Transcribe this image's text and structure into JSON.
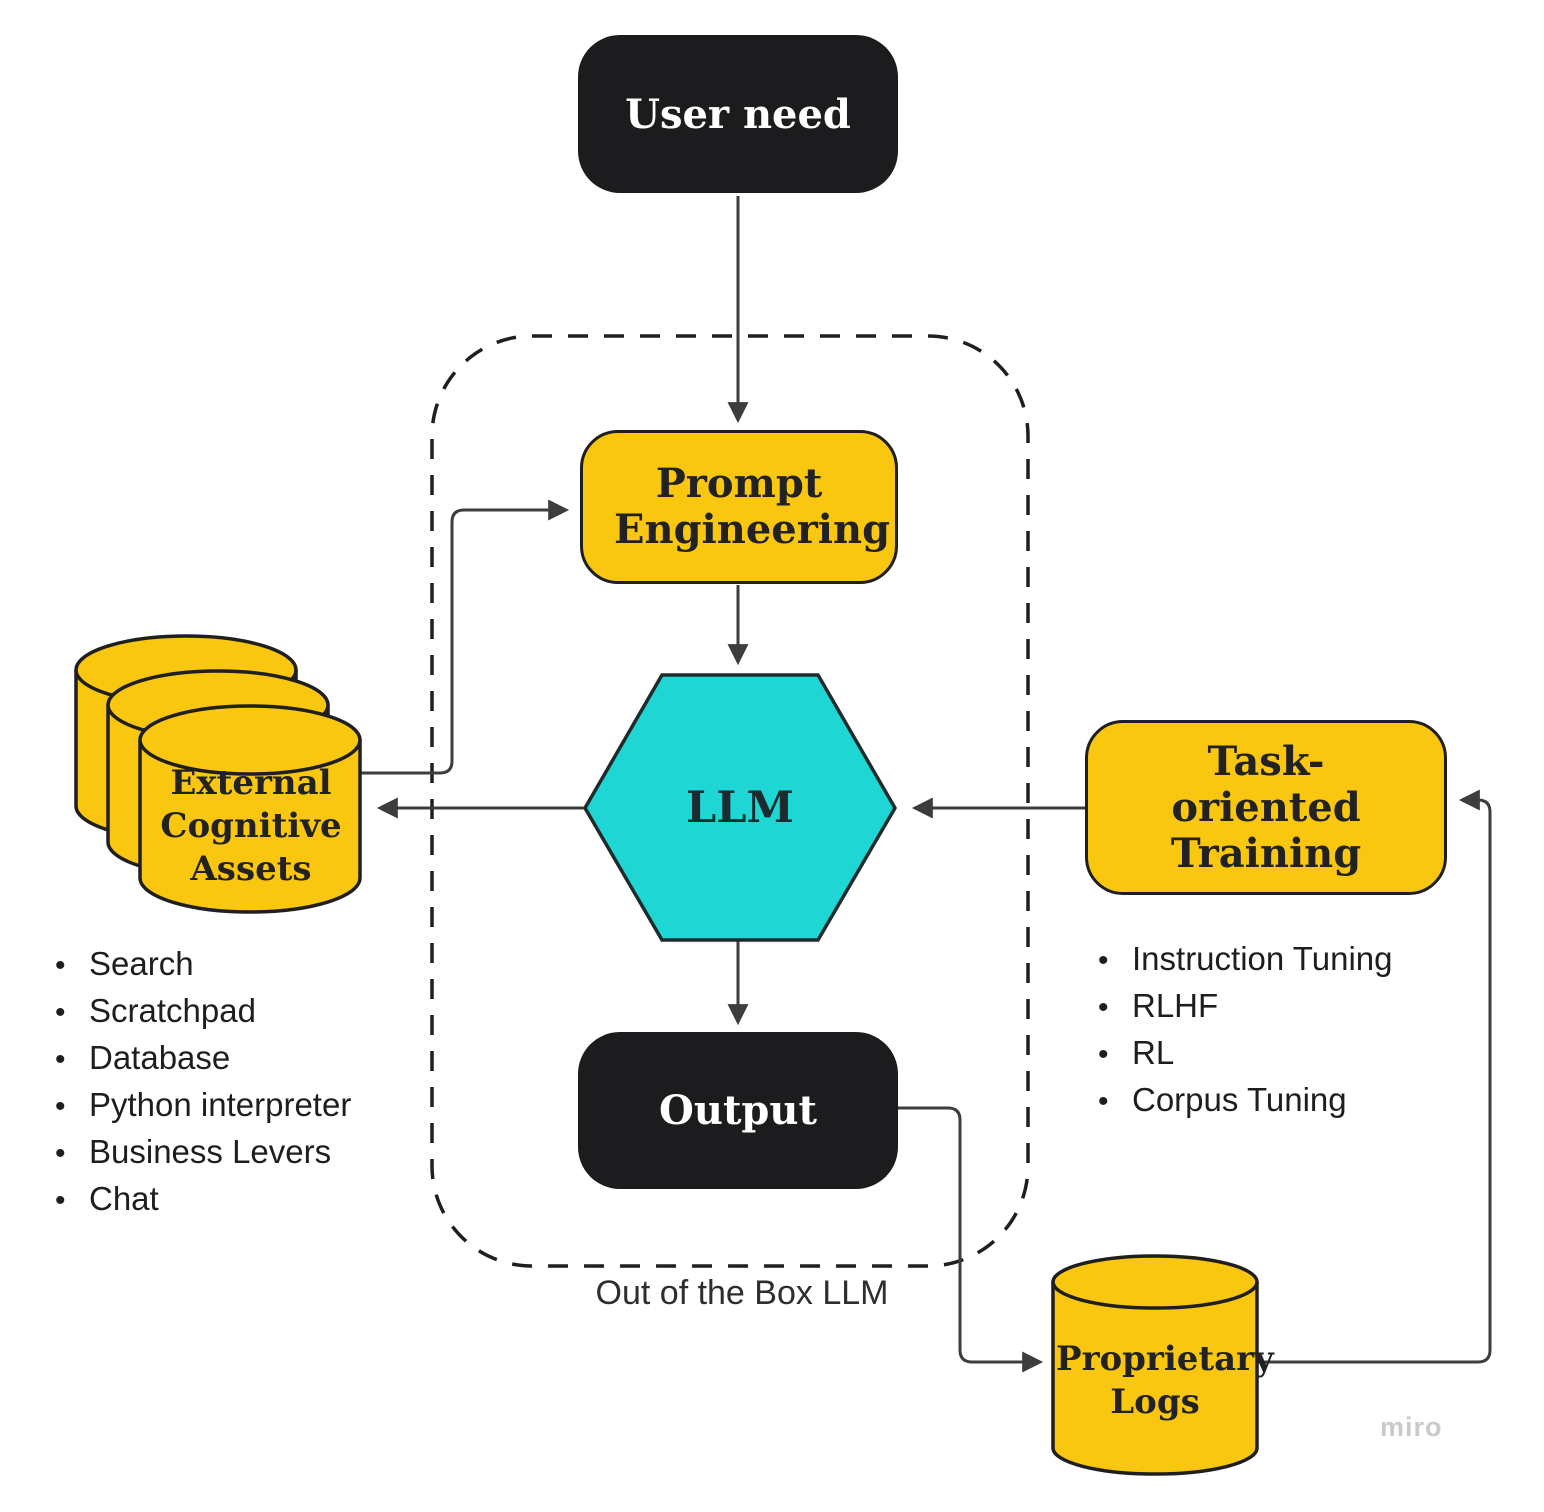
{
  "colors": {
    "yellow": "#FAC710",
    "cyan": "#1ED6D4",
    "black_node": "#1C1C1E",
    "line": "#3D3D3D",
    "stroke": "#1F1F1F",
    "text_dark": "#222222",
    "watermark": "#C8CACD",
    "bg": "#FFFFFF"
  },
  "nodes": {
    "user_need": {
      "label": "User need"
    },
    "prompt_engineering": {
      "label": "Prompt Engineering"
    },
    "llm": {
      "label": "LLM"
    },
    "output": {
      "label": "Output"
    },
    "external_cognitive_assets": {
      "label": "External Cognitive Assets"
    },
    "task_oriented_training": {
      "label": "Task-oriented Training"
    },
    "proprietary_logs": {
      "label": "Proprietary Logs"
    }
  },
  "group": {
    "label": "Out of the Box LLM"
  },
  "lists": {
    "bullet_char": "•",
    "external_assets_items": [
      "Search",
      "Scratchpad",
      "Database",
      "Python interpreter",
      "Business Levers",
      "Chat"
    ],
    "training_items": [
      "Instruction Tuning",
      "RLHF",
      "RL",
      "Corpus Tuning"
    ]
  },
  "watermark": "miro"
}
